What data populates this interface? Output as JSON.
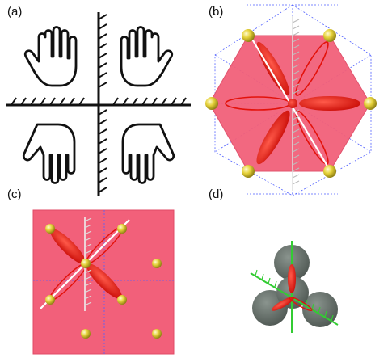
{
  "panels": {
    "a": {
      "label": "(a)"
    },
    "b": {
      "label": "(b)"
    },
    "c": {
      "label": "(c)"
    },
    "d": {
      "label": "(d)"
    }
  },
  "colors": {
    "background": "#ffffff",
    "ink": "#111111",
    "lattice_fill": "#f2607a",
    "lattice_edge": "#e04a66",
    "orbital_red": "#e3120b",
    "atom_gold": "#e6d23a",
    "mirror_line": "#ffffff",
    "dashed_guides": "#5060ff",
    "grey_atoms": "#6c7670",
    "green_axes": "#33cc33"
  },
  "icons": [
    "hand-icon",
    "mirror-hatch-icon",
    "atom-sphere-icon",
    "orbital-lobe-icon"
  ]
}
